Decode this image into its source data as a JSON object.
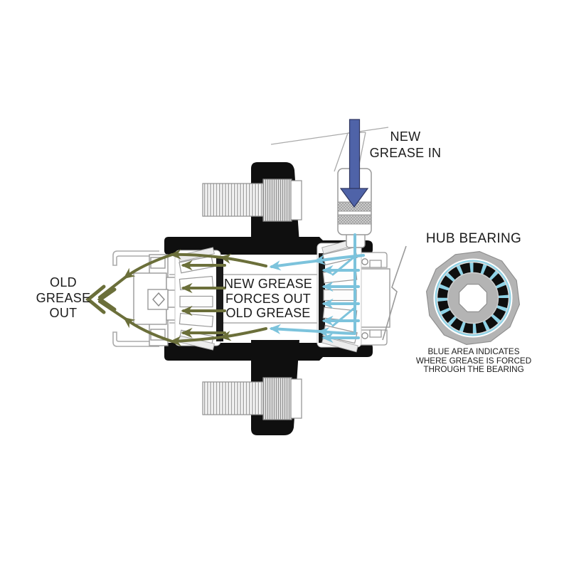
{
  "diagram": {
    "labels": {
      "new_grease_in": "NEW\nGREASE IN",
      "old_grease_out": "OLD\nGREASE\nOUT",
      "flow_explanation": "NEW GREASE\nFORCES OUT\nOLD GREASE",
      "hub_bearing_title": "HUB BEARING",
      "hub_bearing_caption": "BLUE AREA INDICATES\nWHERE GREASE IS FORCED\nTHROUGH THE BEARING"
    },
    "colors": {
      "new_grease_blue": "#7cc3dc",
      "grease_injector_arrow": "#4f63a8",
      "old_grease_olive": "#6b6f3a",
      "hub_body_black": "#0f0f0f",
      "bearing_metal_gray": "#b4b4b4"
    },
    "icons": {
      "new_grease_in_arrow": "↓",
      "grease_flow_arrow": "←",
      "old_grease_exit_arrow": "«"
    }
  }
}
